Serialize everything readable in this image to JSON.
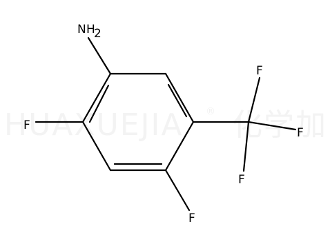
{
  "watermark": {
    "text": "HUAXUEJIA",
    "registered_mark": "®",
    "cjk": "化学加",
    "color": "#f3f3f3"
  },
  "molecule": {
    "atoms": {
      "amine": {
        "symbol": "N",
        "hydrogens": "H",
        "hydrogen_count": "2"
      },
      "fluoro_2": {
        "symbol": "F"
      },
      "fluoro_4": {
        "symbol": "F"
      },
      "cf3_f_top": {
        "symbol": "F"
      },
      "cf3_f_right": {
        "symbol": "F"
      },
      "cf3_f_bottom": {
        "symbol": "F"
      }
    },
    "bond_color": "#000000"
  }
}
